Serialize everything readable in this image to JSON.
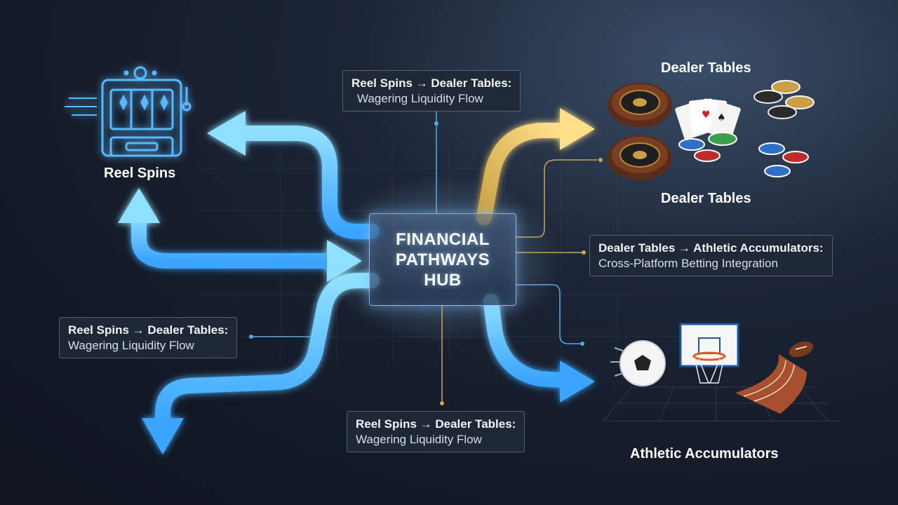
{
  "hub": {
    "title": "FINANCIAL PATHWAYS HUB"
  },
  "nodes": {
    "reel_spins": {
      "label": "Reel Spins"
    },
    "dealer_tables_top": {
      "label": "Dealer Tables"
    },
    "dealer_tables_bottom": {
      "label": "Dealer Tables"
    },
    "athletic_accumulators": {
      "label": "Athletic Accumulators"
    }
  },
  "callouts": [
    {
      "title": "Reel Spins → Dealer Tables:",
      "subtitle": "Wagering Liquidity Flow"
    },
    {
      "title": "Dealer Tables → Athletic Accumulators:",
      "subtitle": "Cross-Platform Betting Integration"
    },
    {
      "title": "Reel Spins → Dealer Tables:",
      "subtitle": "Wagering Liquidity Flow"
    },
    {
      "title": "Reel Spins → Dealer Tables:",
      "subtitle": "Wagering Liquidity Flow"
    }
  ],
  "colors": {
    "flow_blue": "#5bc8ff",
    "flow_gold": "#f0c860",
    "callout_line_gold": "#c9a657",
    "callout_line_blue": "#5aa9e6"
  },
  "icons": [
    "slot-machine-icon",
    "roulette-wheel-icon",
    "playing-cards-icon",
    "poker-chips-icon",
    "soccer-ball-icon",
    "basketball-hoop-icon",
    "running-track-icon",
    "american-football-icon"
  ]
}
